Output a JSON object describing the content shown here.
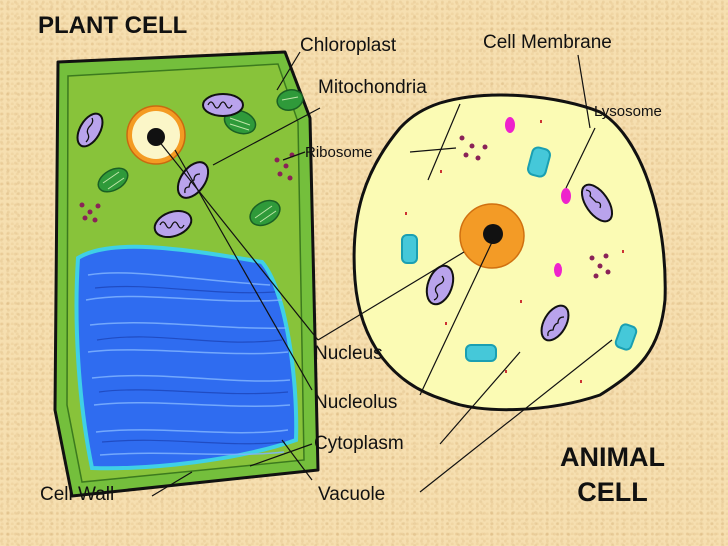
{
  "titles": {
    "plant": "PLANT CELL",
    "animal_line1": "ANIMAL",
    "animal_line2": "CELL"
  },
  "labels": {
    "chloroplast": "Chloroplast",
    "cell_membrane": "Cell Membrane",
    "mitochondria": "Mitochondria",
    "lysosome": "Lysosome",
    "ribosome": "Ribosome",
    "nucleus": "Nucleus",
    "nucleolus": "Nucleolus",
    "cytoplasm": "Cytoplasm",
    "vacuole": "Vacuole",
    "cell_wall": "Cell Wall"
  },
  "colors": {
    "background": "#f6dfb0",
    "cell_wall": "#74bf3c",
    "plant_cytoplasm": "#88c33a",
    "vacuole": "#2f6cf0",
    "animal_cytoplasm": "#fbfbb4",
    "nucleus": "#f39b26",
    "mitochondria": "#b9a3ec",
    "chloroplast": "#2f9a3a",
    "lysosome": "#ee22cc",
    "ribosome": "#8a2257",
    "animal_vacuole": "#45c8d9"
  }
}
